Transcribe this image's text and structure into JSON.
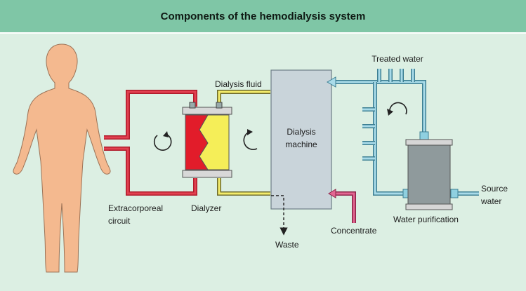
{
  "title": "Components of the hemodialysis system",
  "labels": {
    "treated_water": "Treated water",
    "dialysis_fluid": "Dialysis fluid",
    "dialysis_machine_line1": "Dialysis",
    "dialysis_machine_line2": "machine",
    "extracorporeal_line1": "Extracorporeal",
    "extracorporeal_line2": "circuit",
    "dialyzer": "Dialyzer",
    "waste": "Waste",
    "concentrate": "Concentrate",
    "water_purification": "Water purification",
    "source_line1": "Source",
    "source_line2": "water"
  },
  "colors": {
    "header": "#7fc6a6",
    "background": "#dcefe3",
    "blood_line": "#cf2a3a",
    "dialysate_line": "#f0e860",
    "water_line": "#a9dbe9",
    "concentrate_line": "#d9537d",
    "machine": "#c9d4da",
    "body": "#f4b98f"
  },
  "icons": [
    "human-figure-icon",
    "circulation-arrow-icon",
    "dialyzer-icon",
    "water-filter-icon",
    "arrow-icon"
  ]
}
